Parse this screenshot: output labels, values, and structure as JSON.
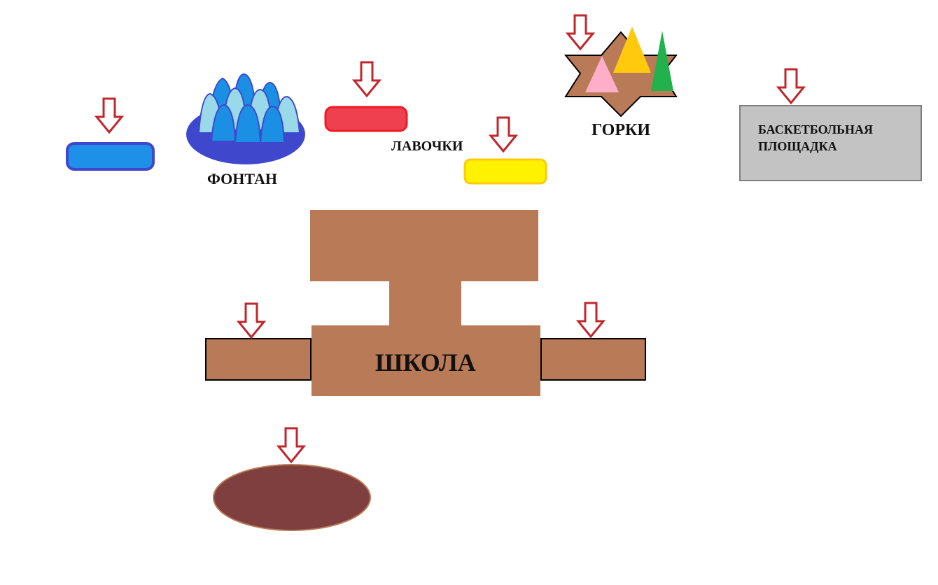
{
  "labels": {
    "fountain": "ФОНТАН",
    "benches": "ЛАВОЧКИ",
    "slides": "ГОРКИ",
    "basketball_line1": "БАСКЕТБОЛЬНАЯ",
    "basketball_line2": "ПЛОЩАДКА",
    "school": "ШКОЛА"
  },
  "colors": {
    "arrow": "#c0272d",
    "school": "#b97a57",
    "blue_bench": "#1e90e8",
    "red_bench": "#ef4050",
    "yellow_bench": "#fff200",
    "fountain_base": "#3f48cc",
    "fountain_drop_light": "#99d9ea",
    "fountain_drop": "#1a8fe3",
    "slides_star": "#b97a57",
    "slide_yellow": "#ffc90e",
    "slide_pink": "#ffaec9",
    "slide_green": "#22b14c",
    "basketball_court": "#c3c3c3",
    "oval": "#7f3f3f"
  }
}
